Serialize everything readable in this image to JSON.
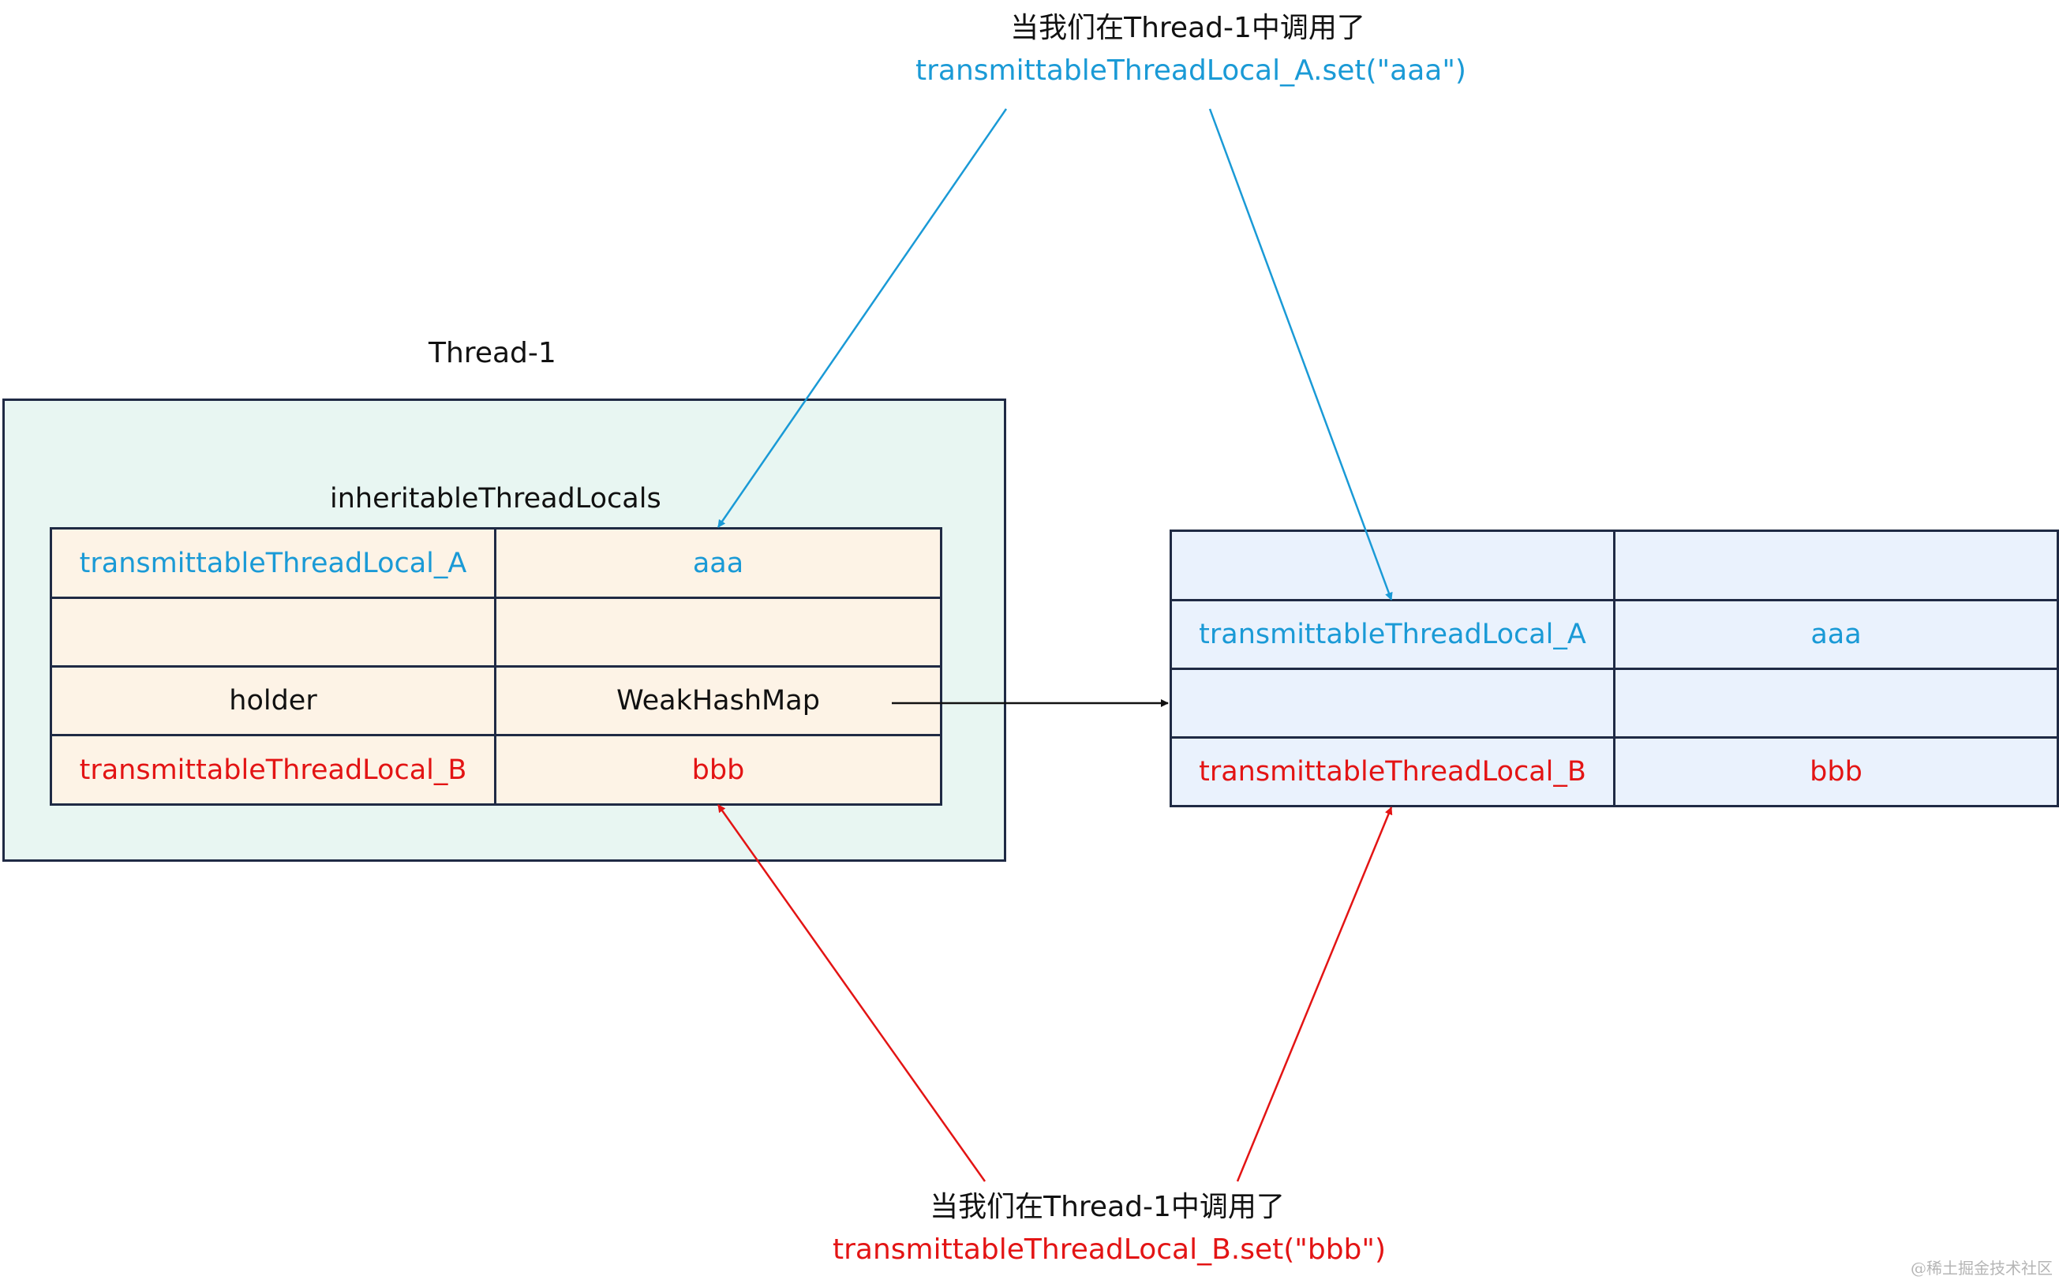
{
  "top_caption": {
    "line1": "当我们在Thread-1中调用了",
    "line2": "transmittableThreadLocal_A.set(\"aaa\")"
  },
  "bottom_caption": {
    "line1": "当我们在Thread-1中调用了",
    "line2": "transmittableThreadLocal_B.set(\"bbb\")"
  },
  "thread": {
    "label": "Thread-1",
    "map_label": "inheritableThreadLocals",
    "rows": [
      {
        "key": "transmittableThreadLocal_A",
        "value": "aaa"
      },
      {
        "key": "",
        "value": ""
      },
      {
        "key": "holder",
        "value": "WeakHashMap"
      },
      {
        "key": "transmittableThreadLocal_B",
        "value": "bbb"
      }
    ]
  },
  "weak_hash_map": {
    "rows": [
      {
        "key": "",
        "value": ""
      },
      {
        "key": "transmittableThreadLocal_A",
        "value": "aaa"
      },
      {
        "key": "",
        "value": ""
      },
      {
        "key": "transmittableThreadLocal_B",
        "value": "bbb"
      }
    ]
  },
  "colors": {
    "key_a": "#1a9ad6",
    "key_b": "#e31414",
    "thread_bg": "#e8f6f2",
    "inheritable_map_bg": "#fdf3e6",
    "weak_map_bg": "#eaf2fd",
    "border": "#1f2a44"
  },
  "watermark": "@稀土掘金技术社区"
}
